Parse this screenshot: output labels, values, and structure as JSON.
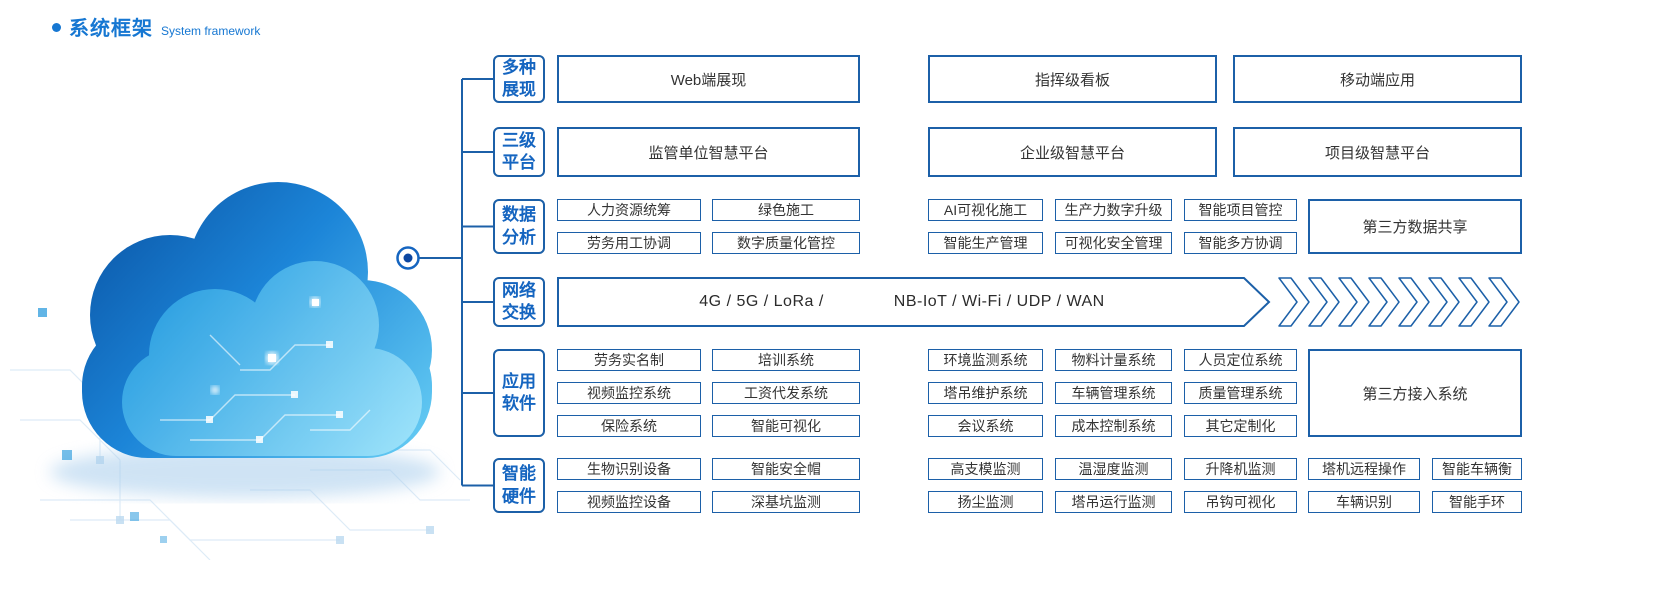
{
  "header": {
    "title_cn": "系统框架",
    "title_en": "System framework"
  },
  "colors": {
    "box_border": "#1c60a8",
    "category_blue": "#1565c0",
    "title_blue": "#1677d2",
    "cloud_dark": "#0a55a6",
    "cloud_light": "#66cdf4"
  },
  "categories": [
    {
      "line1": "多种",
      "line2": "展现"
    },
    {
      "line1": "三级",
      "line2": "平台"
    },
    {
      "line1": "数据",
      "line2": "分析"
    },
    {
      "line1": "网络",
      "line2": "交换"
    },
    {
      "line1": "应用",
      "line2": "软件"
    },
    {
      "line1": "智能",
      "line2": "硬件"
    }
  ],
  "display_row": [
    "Web端展现",
    "指挥级看板",
    "移动端应用"
  ],
  "platform_row": [
    "监管单位智慧平台",
    "企业级智慧平台",
    "项目级智慧平台"
  ],
  "data_analysis": {
    "row1": [
      "人力资源统筹",
      "绿色施工",
      "AI可视化施工",
      "生产力数字升级",
      "智能项目管控"
    ],
    "row2": [
      "劳务用工协调",
      "数字质量化管控",
      "智能生产管理",
      "可视化安全管理",
      "智能多方协调"
    ],
    "side": "第三方数据共享"
  },
  "network": {
    "left_text": "4G / 5G / LoRa /",
    "right_text": "NB-IoT / Wi-Fi / UDP / WAN"
  },
  "software": {
    "row1": [
      "劳务实名制",
      "培训系统",
      "环境监测系统",
      "物料计量系统",
      "人员定位系统"
    ],
    "row2": [
      "视频监控系统",
      "工资代发系统",
      "塔吊维护系统",
      "车辆管理系统",
      "质量管理系统"
    ],
    "row3": [
      "保险系统",
      "智能可视化",
      "会议系统",
      "成本控制系统",
      "其它定制化"
    ],
    "side": "第三方接入系统"
  },
  "hardware": {
    "row1": [
      "生物识别设备",
      "智能安全帽",
      "高支模监测",
      "温湿度监测",
      "升降机监测",
      "塔机远程操作",
      "智能车辆衡"
    ],
    "row2": [
      "视频监控设备",
      "深基坑监测",
      "扬尘监测",
      "塔吊运行监测",
      "吊钩可视化",
      "车辆识别",
      "智能手环"
    ]
  }
}
